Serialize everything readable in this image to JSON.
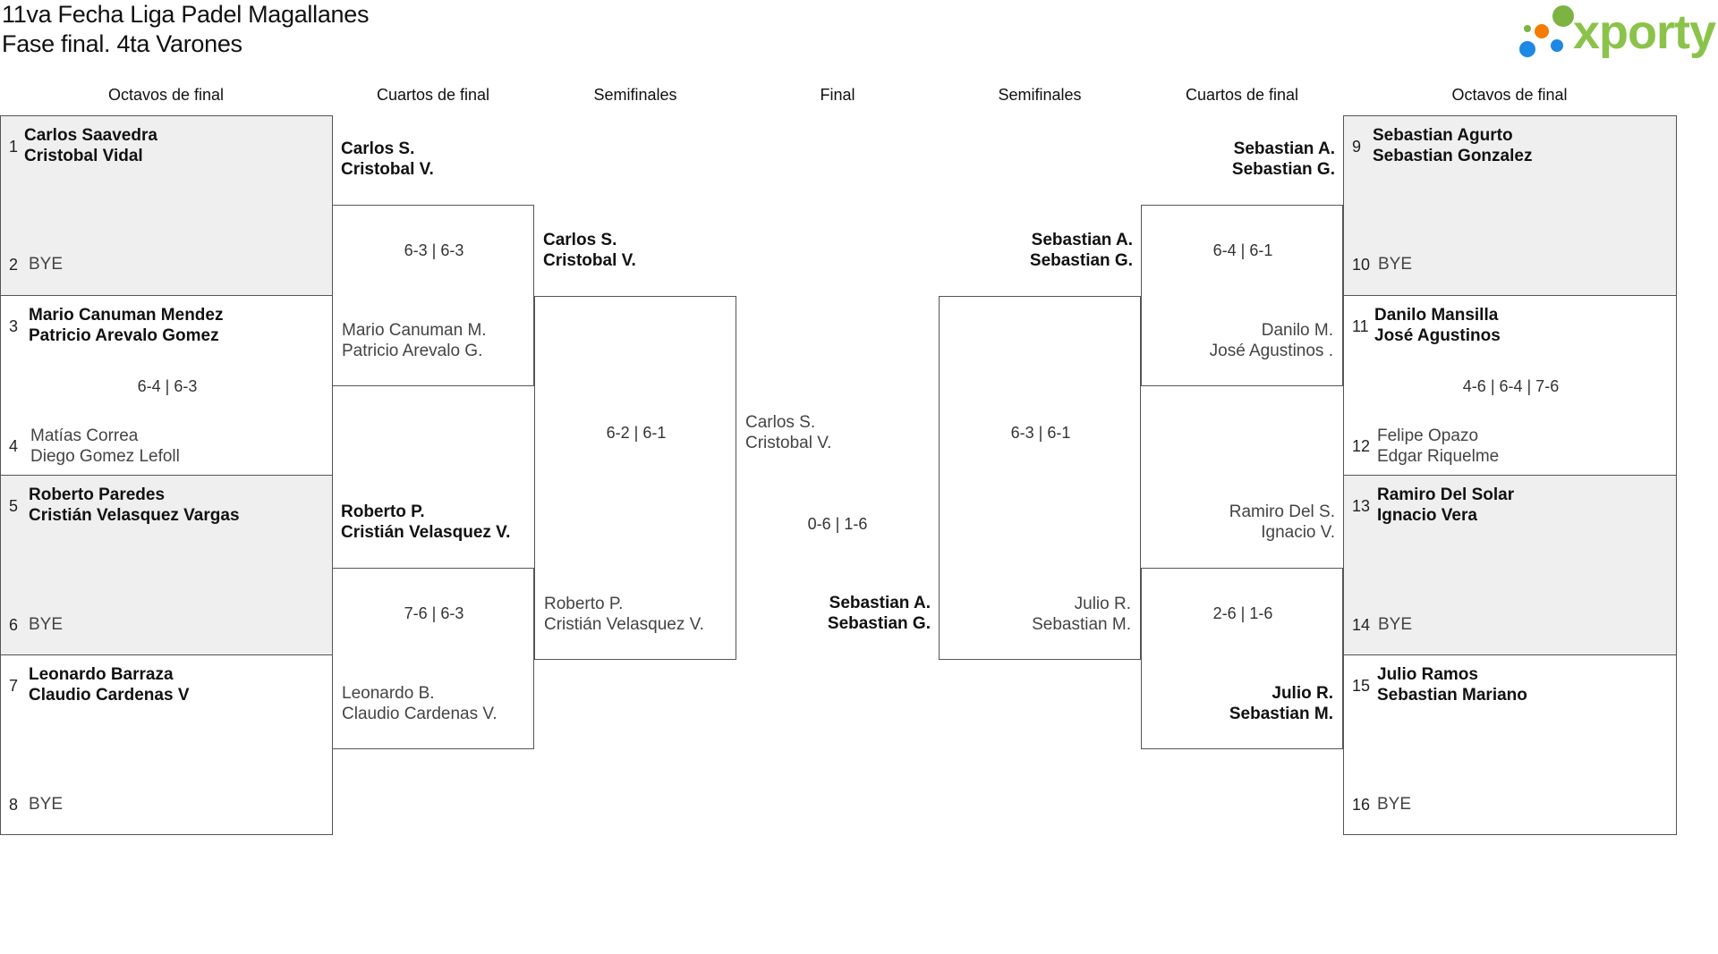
{
  "header": {
    "title_line1": "11va Fecha Liga Padel Magallanes",
    "title_line2": "Fase final. 4ta Varones",
    "logo_text": "xporty"
  },
  "rounds": {
    "left": [
      "Octavos de final",
      "Cuartos de final",
      "Semifinales"
    ],
    "final": "Final",
    "right": [
      "Semifinales",
      "Cuartos de final",
      "Octavos de final"
    ]
  },
  "round_of_16": {
    "left": [
      {
        "seed_a": "1",
        "team_a": [
          "Carlos Saavedra",
          "Cristobal Vidal"
        ],
        "seed_b": "2",
        "team_b": [
          "BYE"
        ],
        "score": ""
      },
      {
        "seed_a": "3",
        "team_a": [
          "Mario Canuman Mendez",
          "Patricio Arevalo Gomez"
        ],
        "seed_b": "4",
        "team_b": [
          "Matías Correa",
          "Diego Gomez Lefoll"
        ],
        "score": "6-4 | 6-3"
      },
      {
        "seed_a": "5",
        "team_a": [
          "Roberto Paredes",
          "Cristián Velasquez Vargas"
        ],
        "seed_b": "6",
        "team_b": [
          "BYE"
        ],
        "score": ""
      },
      {
        "seed_a": "7",
        "team_a": [
          "Leonardo Barraza",
          "Claudio Cardenas V"
        ],
        "seed_b": "8",
        "team_b": [
          "BYE"
        ],
        "score": ""
      }
    ],
    "right": [
      {
        "seed_a": "9",
        "team_a": [
          "Sebastian Agurto",
          "Sebastian Gonzalez"
        ],
        "seed_b": "10",
        "team_b": [
          "BYE"
        ],
        "score": ""
      },
      {
        "seed_a": "11",
        "team_a": [
          "Danilo Mansilla",
          "José Agustinos"
        ],
        "seed_b": "12",
        "team_b": [
          "Felipe Opazo",
          "Edgar Riquelme"
        ],
        "score": "4-6 | 6-4 | 7-6"
      },
      {
        "seed_a": "13",
        "team_a": [
          "Ramiro Del Solar",
          "Ignacio Vera"
        ],
        "seed_b": "14",
        "team_b": [
          "BYE"
        ],
        "score": ""
      },
      {
        "seed_a": "15",
        "team_a": [
          "Julio Ramos",
          "Sebastian Mariano"
        ],
        "seed_b": "16",
        "team_b": [
          "BYE"
        ],
        "score": ""
      }
    ]
  },
  "quarterfinals": {
    "left": [
      {
        "team_a": [
          "Carlos S.",
          "Cristobal V."
        ],
        "team_b": [
          "Mario Canuman M.",
          "Patricio Arevalo G."
        ],
        "score": "6-3 | 6-3"
      },
      {
        "team_a": [
          "Roberto P.",
          "Cristián Velasquez V."
        ],
        "team_b": [
          "Leonardo B.",
          "Claudio Cardenas V."
        ],
        "score": "7-6 | 6-3"
      }
    ],
    "right": [
      {
        "team_a": [
          "Sebastian A.",
          "Sebastian G."
        ],
        "team_b": [
          "Danilo M.",
          "José Agustinos ."
        ],
        "score": "6-4 | 6-1"
      },
      {
        "team_a": [
          "Ramiro Del S.",
          "Ignacio V."
        ],
        "team_b": [
          "Julio R.",
          "Sebastian M."
        ],
        "score": "2-6 | 1-6"
      }
    ]
  },
  "semifinals": {
    "left": {
      "team_a": [
        "Carlos S.",
        "Cristobal V."
      ],
      "team_b": [
        "Roberto P.",
        "Cristián Velasquez V."
      ],
      "score": "6-2 | 6-1"
    },
    "right": {
      "team_a": [
        "Sebastian A.",
        "Sebastian G."
      ],
      "team_b": [
        "Julio R.",
        "Sebastian M."
      ],
      "score": "6-3 | 6-1"
    }
  },
  "final": {
    "team_a": [
      "Carlos S.",
      "Cristobal V."
    ],
    "team_b": [
      "Sebastian A.",
      "Sebastian G."
    ],
    "score": "0-6 | 1-6"
  },
  "colors": {
    "bye_fill": "#efefef",
    "border": "#555555",
    "logo_green": "#8bc34a",
    "dot_blue": "#1e88e5",
    "dot_orange": "#f57c00",
    "dot_green": "#7cb342"
  }
}
